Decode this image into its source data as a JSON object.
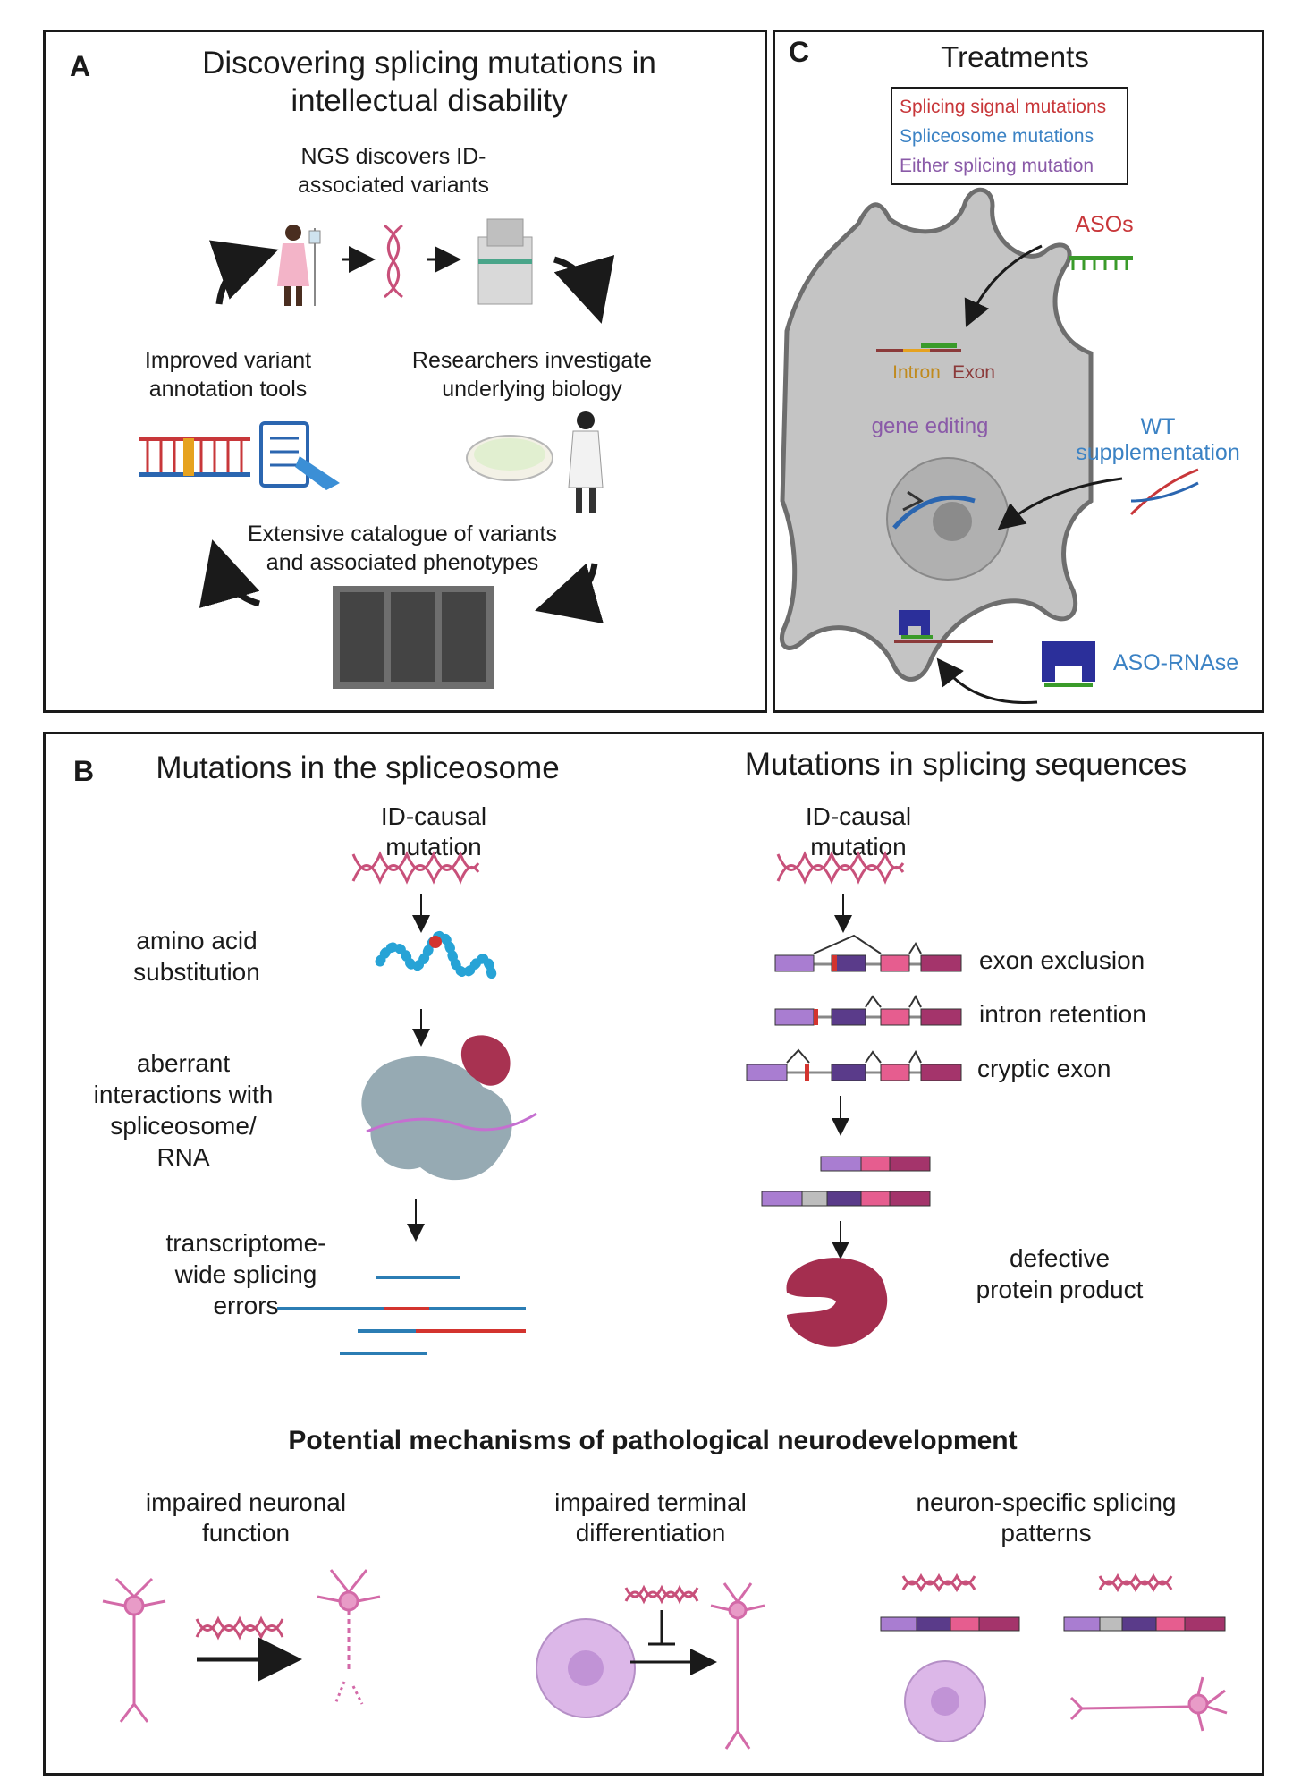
{
  "panelA": {
    "letter": "A",
    "title_line1": "Discovering splicing mutations in",
    "title_line2": "intellectual disability",
    "ngs_line1": "NGS discovers ID-",
    "ngs_line2": "associated variants",
    "tools_line1": "Improved variant",
    "tools_line2": "annotation tools",
    "research_line1": "Researchers investigate",
    "research_line2": "underlying biology",
    "catalogue_line1": "Extensive catalogue of variants",
    "catalogue_line2": "and associated phenotypes"
  },
  "panelC": {
    "letter": "C",
    "title": "Treatments",
    "legend": [
      {
        "label": "Splicing signal mutations",
        "color": "#c8373a"
      },
      {
        "label": "Spliceosome mutations",
        "color": "#3b82c4"
      },
      {
        "label": "Either splicing mutation",
        "color": "#8a5aa8"
      }
    ],
    "asos": "ASOs",
    "intron": "Intron",
    "exon": "Exon",
    "gene_editing": "gene editing",
    "wt_line1": "WT",
    "wt_line2": "supplementation",
    "aso_rnase": "ASO-RNAse"
  },
  "panelB": {
    "letter": "B",
    "left_title": "Mutations in the spliceosome",
    "right_title": "Mutations in splicing sequences",
    "causal_line1": "ID-causal",
    "causal_line2": "mutation",
    "aa_line1": "amino acid",
    "aa_line2": "substitution",
    "aberrant_lines": [
      "aberrant",
      "interactions with",
      "spliceosome/",
      "RNA"
    ],
    "transcriptome_lines": [
      "transcriptome-",
      "wide splicing",
      "errors"
    ],
    "exon_exclusion": "exon exclusion",
    "intron_retention": "intron retention",
    "cryptic_exon": "cryptic exon",
    "defective_line1": "defective",
    "defective_line2": "protein product",
    "mechanisms_title": "Potential mechanisms of pathological neurodevelopment",
    "mech1_line1": "impaired neuronal",
    "mech1_line2": "function",
    "mech2_line1": "impaired terminal",
    "mech2_line2": "differentiation",
    "mech3_line1": "neuron-specific splicing",
    "mech3_line2": "patterns"
  },
  "colors": {
    "dna": "#c8507a",
    "exon_light_purple": "#a97dd1",
    "exon_dark_purple": "#5a3b8a",
    "exon_pink": "#e65d8f",
    "exon_magenta": "#a4346b",
    "mutation_red": "#d3342f",
    "neuron_gray": "#c9c9c9",
    "navy": "#2b2f9a",
    "aso_green": "#3a9b2a"
  }
}
